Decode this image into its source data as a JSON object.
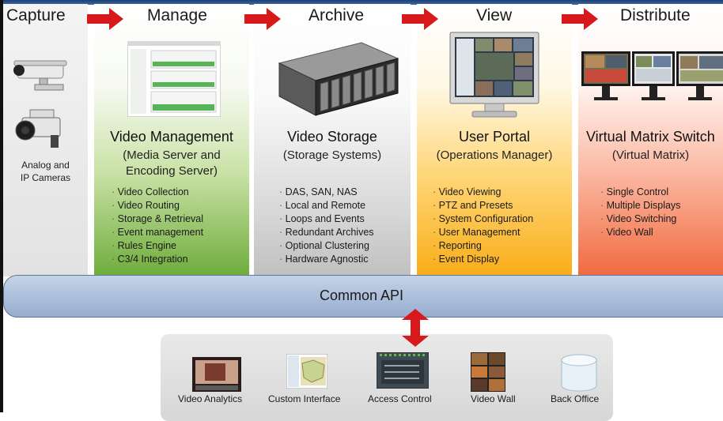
{
  "stages": {
    "capture": "Capture",
    "manage": "Manage",
    "archive": "Archive",
    "view": "View",
    "distribute": "Distribute"
  },
  "capture": {
    "label_line1": "Analog and",
    "label_line2": "IP Cameras"
  },
  "manage": {
    "title": "Video Management",
    "sub_line1": "(Media Server and",
    "sub_line2": "Encoding Server)",
    "bullets": [
      "Video Collection",
      "Video Routing",
      "Storage & Retrieval",
      "Event management",
      "Rules Engine",
      "C3/4 Integration"
    ]
  },
  "archive": {
    "title": "Video Storage",
    "sub_line1": "(Storage Systems)",
    "bullets": [
      "DAS, SAN, NAS",
      "Local and Remote",
      "Loops and Events",
      "Redundant Archives",
      "Optional Clustering",
      "Hardware Agnostic"
    ]
  },
  "view": {
    "title": "User Portal",
    "sub_line1": "(Operations Manager)",
    "bullets": [
      "Video Viewing",
      "PTZ and Presets",
      "System Configuration",
      "User Management",
      "Reporting",
      "Event Display"
    ]
  },
  "distribute": {
    "title": "Virtual Matrix Switch",
    "sub_line1": "(Virtual Matrix)",
    "bullets": [
      "Single Control",
      "Multiple Displays",
      "Video Switching",
      "Video Wall"
    ]
  },
  "api": {
    "label": "Common API"
  },
  "bottom": {
    "items": [
      "Video Analytics",
      "Custom Interface",
      "Access Control",
      "Video Wall",
      "Back Office"
    ]
  },
  "colors": {
    "manage_accent": "#6eac3b",
    "view_accent": "#f9ad18",
    "distribute_accent": "#f06a3e",
    "arrow_red": "#d8191c",
    "api_blue": "#97add0"
  }
}
